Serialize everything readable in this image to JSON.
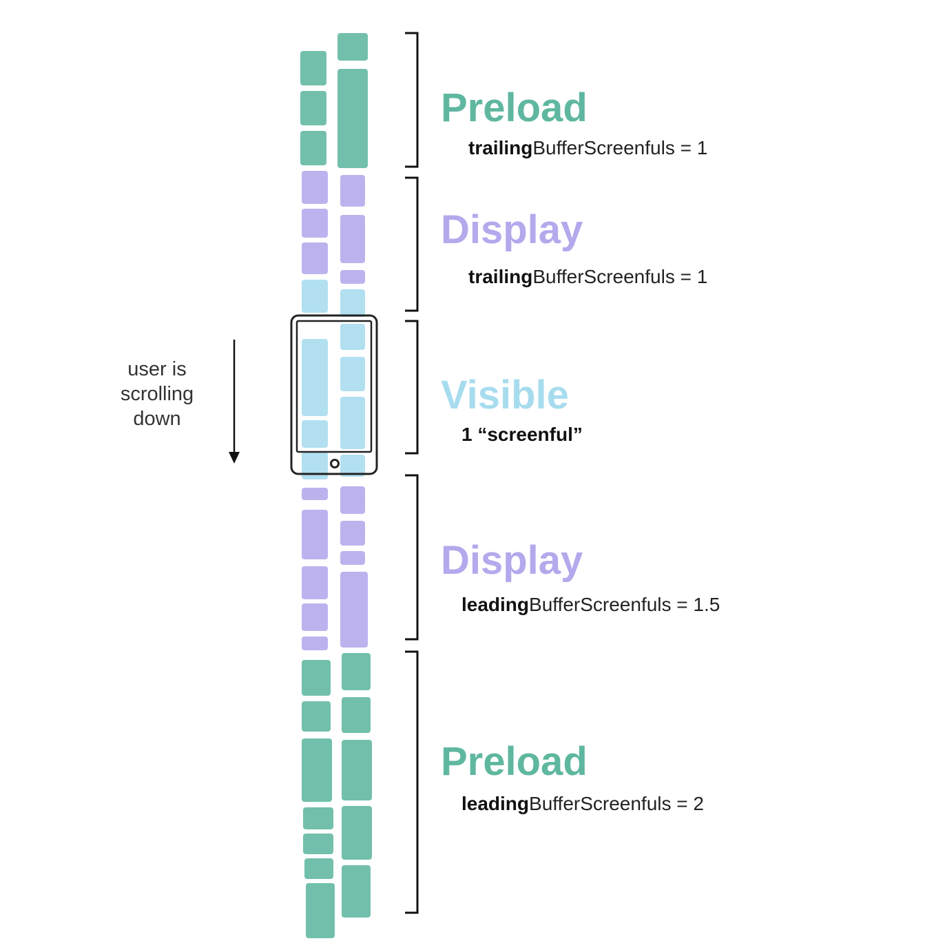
{
  "colors": {
    "preload": "#5fb7a0",
    "preload_dark": "#4aa68e",
    "display": "#b3a9ec",
    "visible": "#a7dcee",
    "bracket": "#111111",
    "arrow": "#111111"
  },
  "scroll_note": {
    "line1": "user is",
    "line2": "scrolling",
    "line3": "down"
  },
  "ranges": [
    {
      "id": "preload-top",
      "title": "Preload",
      "sub_bold": "trailing",
      "sub_rest": "BufferScreenfuls = 1",
      "color": "preload"
    },
    {
      "id": "display-top",
      "title": "Display",
      "sub_bold": "trailing",
      "sub_rest": "BufferScreenfuls = 1",
      "color": "display"
    },
    {
      "id": "visible",
      "title": "Visible",
      "sub_bold": "1 “screenful”",
      "sub_rest": "",
      "color": "visible"
    },
    {
      "id": "display-bottom",
      "title": "Display",
      "sub_bold": "leading",
      "sub_rest": "BufferScreenfuls = 1.5",
      "color": "display"
    },
    {
      "id": "preload-bottom",
      "title": "Preload",
      "sub_bold": "leading",
      "sub_rest": "BufferScreenfuls = 2",
      "color": "preload"
    }
  ],
  "icons": {
    "device": "phone-icon",
    "arrow": "down-arrow-icon"
  }
}
